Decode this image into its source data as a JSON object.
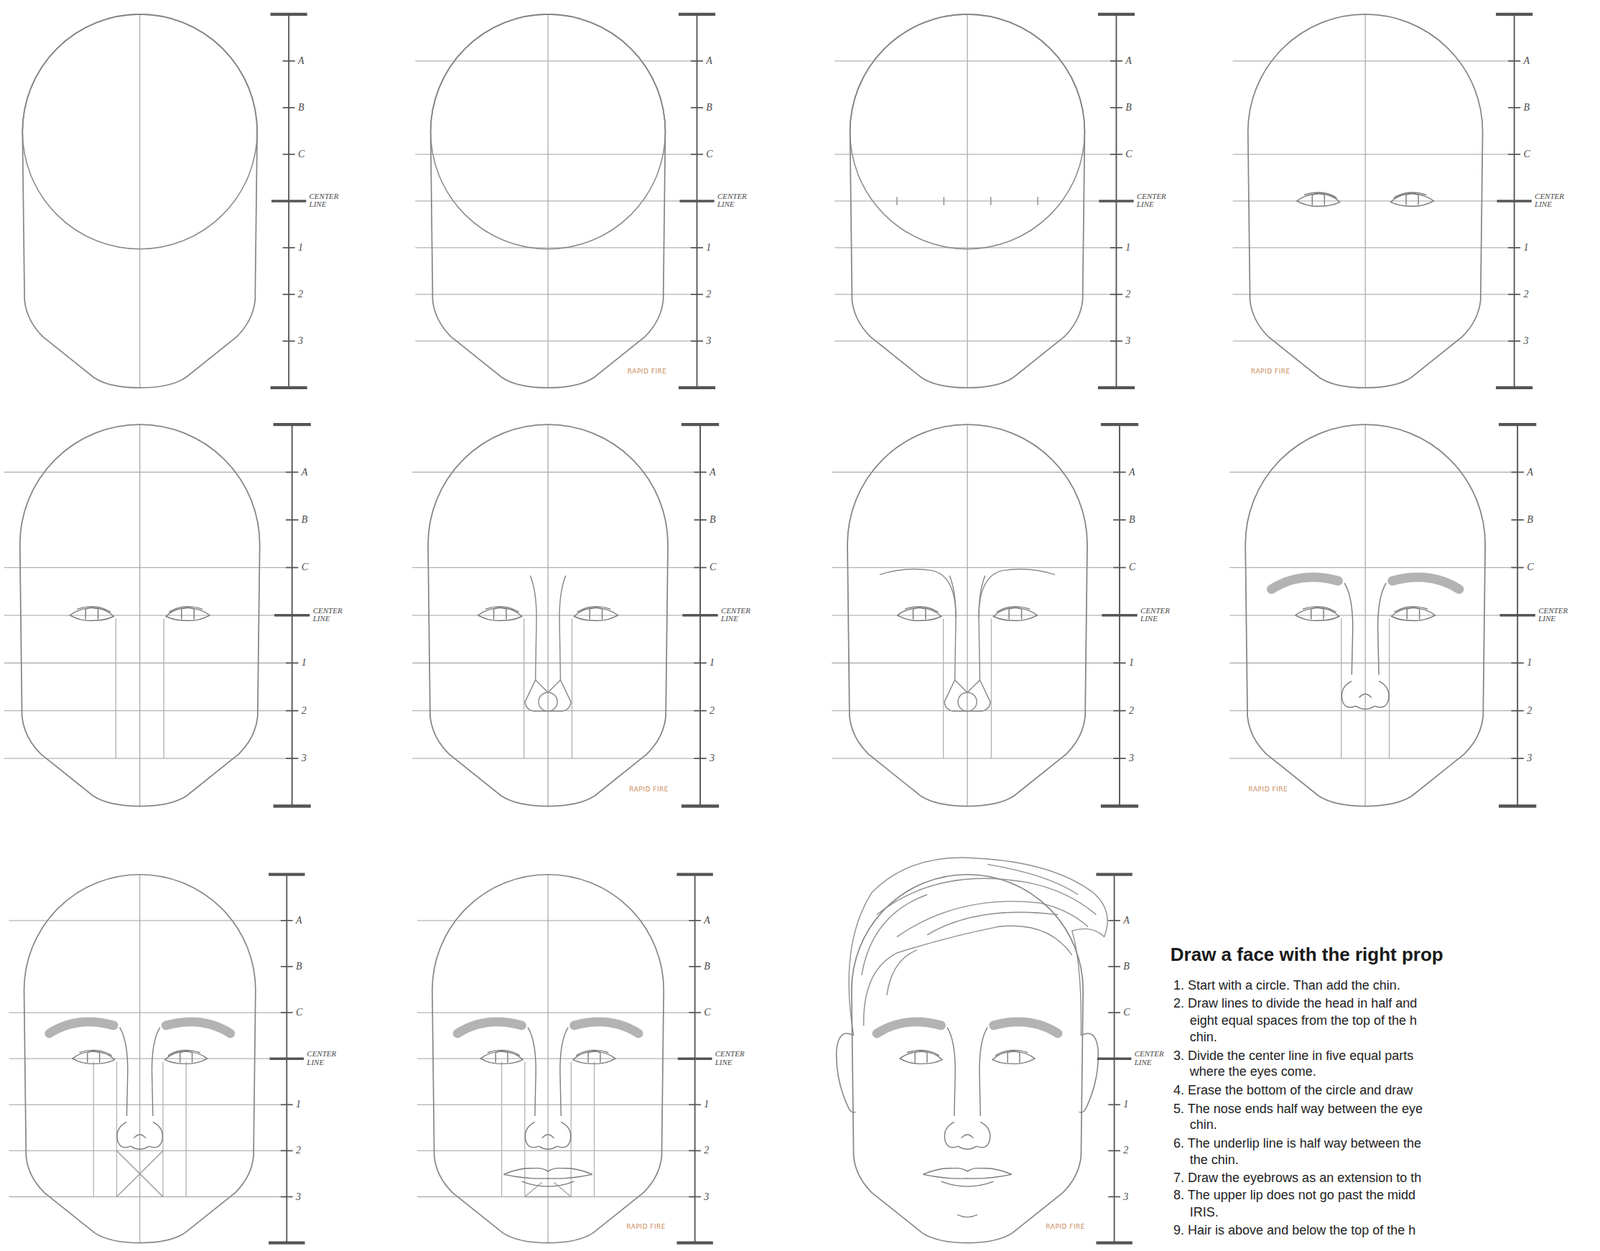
{
  "diagram": {
    "title": "Draw a face with the right prop",
    "labels": [
      "A",
      "B",
      "C",
      "CENTER LINE",
      "1",
      "2",
      "3",
      "A",
      "B",
      "C",
      "CENTER LINE",
      "1",
      "2",
      "3",
      "A",
      "B",
      "C",
      "CENTER LINE",
      "1",
      "2",
      "3",
      "A",
      "B",
      "C",
      "CENTER LINE",
      "1",
      "2",
      "3",
      "A",
      "B",
      "C",
      "CENTER LINE",
      "1",
      "2",
      "3",
      "A",
      "B",
      "C",
      "CENTER LINE",
      "1",
      "2",
      "3",
      "A",
      "B",
      "C",
      "CENTER LINE",
      "1",
      "2",
      "3",
      "A",
      "B",
      "C",
      "CENTER LINE",
      "1",
      "2",
      "3",
      "A",
      "B",
      "C",
      "CENTER LINE",
      "1",
      "2",
      "3",
      "A",
      "B",
      "C",
      "CENTER LINE",
      "1",
      "2",
      "3",
      "A",
      "B",
      "C",
      "CENTER LINE",
      "1",
      "2",
      "3",
      "RAPID FIRE",
      "RAPID FIRE",
      "RAPID FIRE",
      "RAPID FIRE",
      "RAPID FIRE",
      "RAPID FIRE",
      "1. Start with a circle. Than add the chin.",
      "2. Draw lines to divide the head in half and",
      "eight equal spaces from the top of the h",
      "chin.",
      "3. Divide the center line in five equal parts",
      "where the eyes come.",
      "4. Erase the bottom of the circle and draw",
      "5. The nose ends half way between the eye",
      "chin.",
      "6. The underlip line is half way between the",
      "the chin.",
      "7. Draw the eyebrows as an extension to th",
      "8. The upper lip does not go past the midd",
      "IRIS.",
      "9. Hair is above and below the top of the h"
    ]
  }
}
